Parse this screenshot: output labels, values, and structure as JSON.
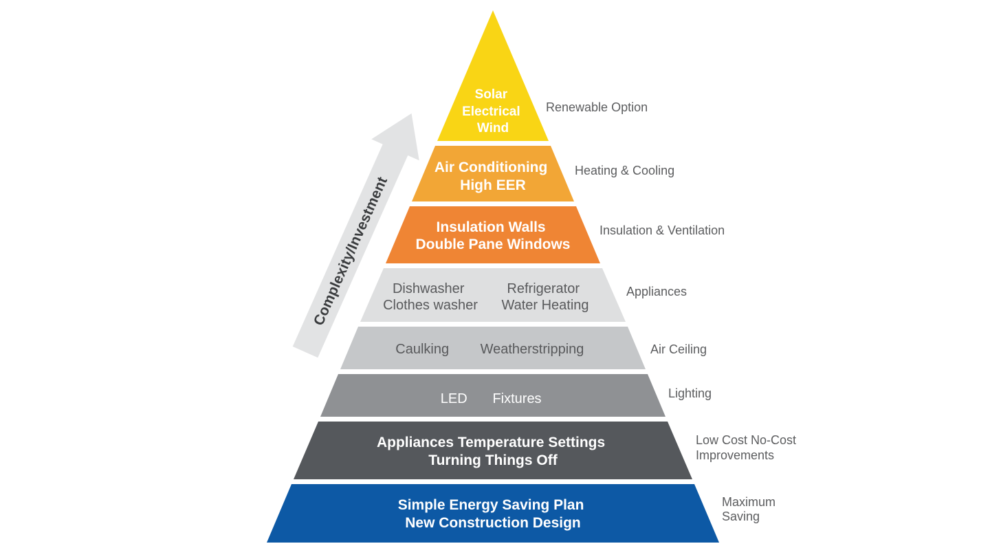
{
  "background": "#FFFFFF",
  "arrow": {
    "label": "Complexity/Investment",
    "fill": "#E2E3E4",
    "text_color": "#3A3C3E"
  },
  "pyramid": {
    "side_label_color": "#5B5C5E",
    "bands": [
      {
        "id": "renewable",
        "color": "#F9D515",
        "text_color": "#FFFFFF",
        "lines": [
          "Solar",
          "Electrical",
          "Wind"
        ],
        "side_label": [
          "Renewable Option"
        ]
      },
      {
        "id": "heating-cooling",
        "color": "#F2A636",
        "text_color": "#FFFFFF",
        "lines": [
          "Air Conditioning",
          "High EER"
        ],
        "side_label": [
          "Heating & Cooling"
        ]
      },
      {
        "id": "insulation-ventilation",
        "color": "#EF8534",
        "text_color": "#FFFFFF",
        "lines": [
          "Insulation Walls",
          "Double Pane Windows"
        ],
        "side_label": [
          "Insulation & Ventilation"
        ]
      },
      {
        "id": "appliances",
        "color": "#DEDFE0",
        "text_color": "#58595B",
        "columns": [
          {
            "lines": [
              "Dishwasher",
              "Clothes washer"
            ]
          },
          {
            "lines": [
              "Refrigerator",
              "Water Heating"
            ]
          }
        ],
        "side_label": [
          "Appliances"
        ]
      },
      {
        "id": "air-ceiling",
        "color": "#C5C7C9",
        "text_color": "#58595B",
        "items": [
          "Caulking",
          "Weatherstripping"
        ],
        "side_label": [
          "Air Ceiling"
        ]
      },
      {
        "id": "lighting",
        "color": "#8F9194",
        "text_color": "#FFFFFF",
        "items": [
          "LED",
          "Fixtures"
        ],
        "side_label": [
          "Lighting"
        ]
      },
      {
        "id": "low-cost-no-cost",
        "color": "#55585C",
        "text_color": "#FFFFFF",
        "lines": [
          "Appliances Temperature Settings",
          "Turning Things Off"
        ],
        "side_label": [
          "Low Cost No-Cost",
          "Improvements"
        ]
      },
      {
        "id": "maximum-saving",
        "color": "#0D59A5",
        "text_color": "#FFFFFF",
        "lines": [
          "Simple Energy Saving Plan",
          "New Construction Design"
        ],
        "side_label": [
          "Maximum",
          "Saving"
        ]
      }
    ]
  }
}
